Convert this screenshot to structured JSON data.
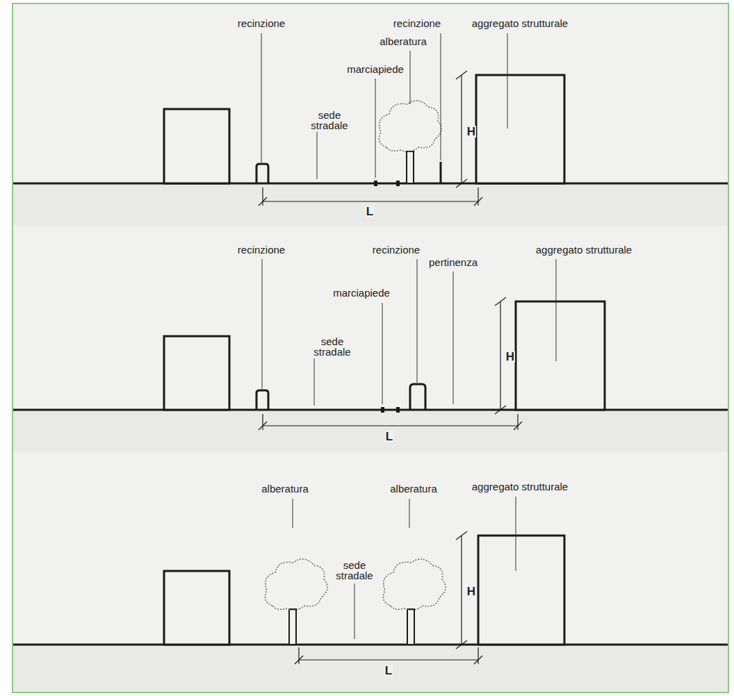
{
  "diagram": {
    "labels": [
      "recinzione",
      "recinzione",
      "aggregato strutturale",
      "alberatura",
      "marciapiede",
      "sede stradale",
      "H",
      "L",
      "recinzione",
      "recinzione",
      "pertinenza",
      "aggregato strutturale",
      "marciapiede",
      "sede stradale",
      "H",
      "L",
      "alberatura",
      "alberatura",
      "aggregato strutturale",
      "sede stradale",
      "H",
      "L"
    ]
  }
}
